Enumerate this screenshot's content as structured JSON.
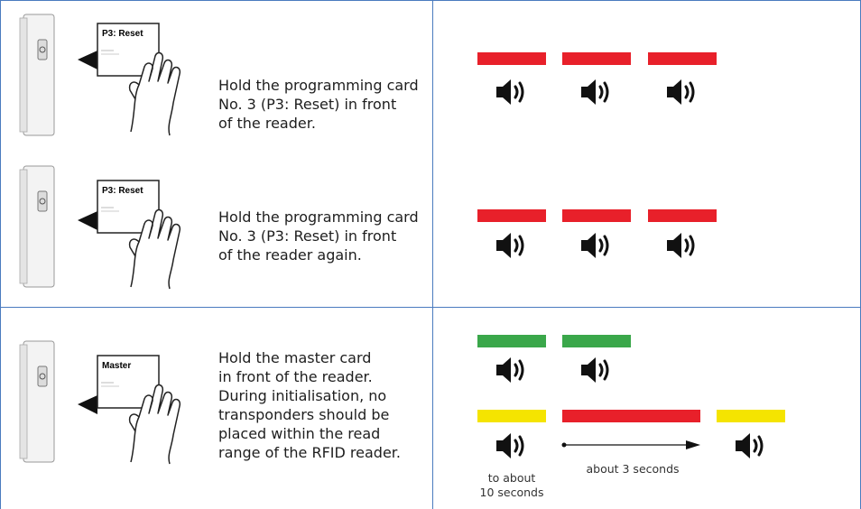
{
  "colors": {
    "red": "#e8202a",
    "green": "#3aa74a",
    "yellow": "#f5e400",
    "grid": "#4a7bbf"
  },
  "steps": [
    {
      "card_label": "P3: Reset",
      "instruction_lines": [
        "Hold the programming card",
        "No. 3 (P3: Reset) in front",
        "of the reader."
      ],
      "signals": [
        "red",
        "red",
        "red"
      ]
    },
    {
      "card_label": "P3: Reset",
      "instruction_lines": [
        "Hold the programming card",
        "No. 3 (P3: Reset) in front",
        "of the reader again."
      ],
      "signals": [
        "red",
        "red",
        "red"
      ]
    },
    {
      "card_label": "Master",
      "instruction_lines": [
        "Hold the master card",
        "in front of the reader.",
        "During initialisation, no",
        "transponders should be",
        "placed within the read",
        "range of the RFID reader."
      ],
      "signals_row1": [
        "green",
        "green"
      ],
      "signals_row2": [
        "yellow",
        "red",
        "yellow"
      ],
      "note_left": [
        "to about",
        "10 seconds"
      ],
      "note_arrow": "about 3 seconds"
    }
  ]
}
